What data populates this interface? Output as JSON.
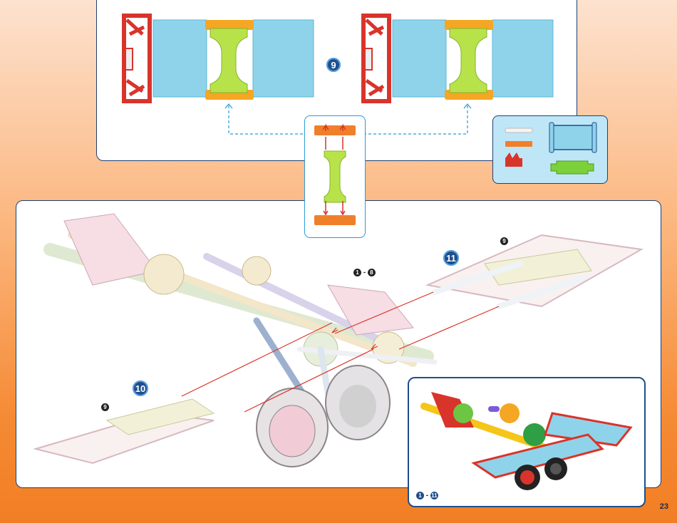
{
  "steps": {
    "top": "9",
    "main_left": "10",
    "main_right": "11"
  },
  "refs": {
    "left_sub": "9",
    "right_sub": "9",
    "range_from": "1",
    "range_sep": "-",
    "range_to": "8",
    "inset_from": "1",
    "inset_sep": "-",
    "inset_to": "11"
  },
  "page_number": "23",
  "colors": {
    "navy": "#1f4e8c",
    "light_blue": "#8fd3ea",
    "red": "#d9342b",
    "lime": "#a7d83a",
    "orange": "#f5a623",
    "arrow": "#d9342b"
  }
}
